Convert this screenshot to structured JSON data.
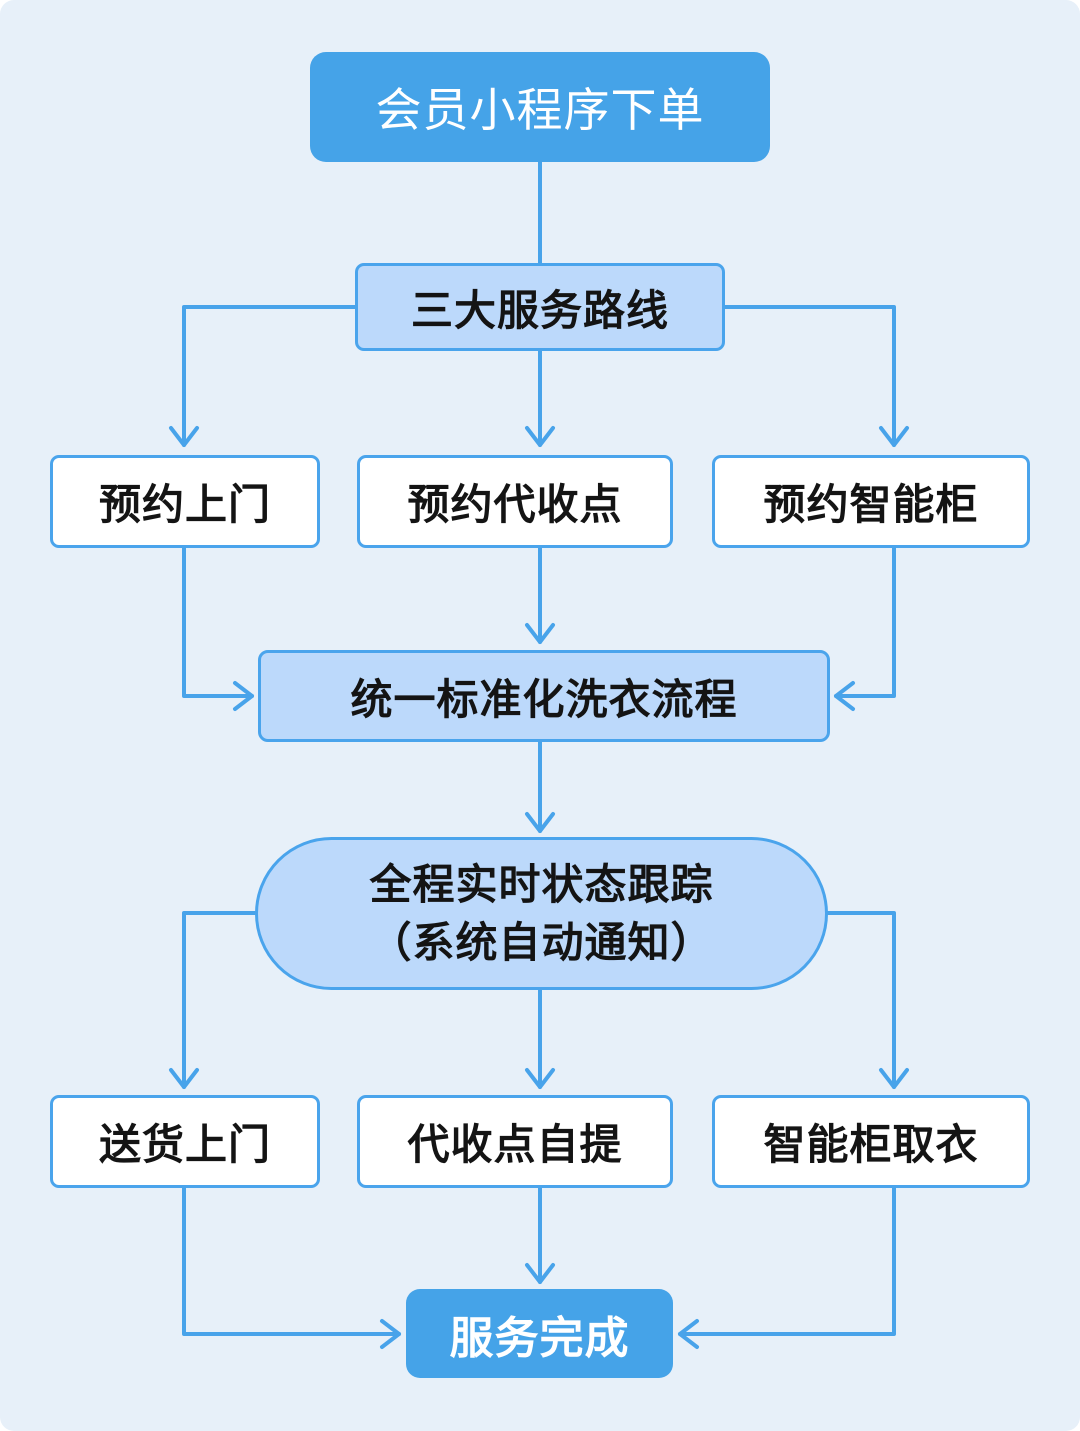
{
  "diagram": {
    "background_color": "#e7f0f9",
    "colors": {
      "primary_fill": "#45a3e8",
      "highlight_fill": "#bcd9fb",
      "border_line": "#4aa4ec",
      "text_dark": "#141414",
      "text_light": "#ffffff"
    },
    "nodes": {
      "start": {
        "label": "会员小程序下单",
        "style": "filled"
      },
      "routes": {
        "label": "三大服务路线",
        "style": "highlight"
      },
      "reserve_home": {
        "label": "预约上门",
        "style": "plain"
      },
      "reserve_dropoff": {
        "label": "预约代收点",
        "style": "plain"
      },
      "reserve_locker": {
        "label": "预约智能柜",
        "style": "plain"
      },
      "wash": {
        "label": "统一标准化洗衣流程",
        "style": "highlight"
      },
      "track": {
        "label_line1": "全程实时状态跟踪",
        "label_line2": "（系统自动通知）",
        "style": "highlight-pill"
      },
      "deliver_home": {
        "label": "送货上门",
        "style": "plain"
      },
      "pickup_point": {
        "label": "代收点自提",
        "style": "plain"
      },
      "locker_pickup": {
        "label": "智能柜取衣",
        "style": "plain"
      },
      "done": {
        "label": "服务完成",
        "style": "filled"
      }
    },
    "edges": [
      {
        "from": "start",
        "to": "routes"
      },
      {
        "from": "routes",
        "to": "reserve_home"
      },
      {
        "from": "routes",
        "to": "reserve_dropoff"
      },
      {
        "from": "routes",
        "to": "reserve_locker"
      },
      {
        "from": "reserve_home",
        "to": "wash"
      },
      {
        "from": "reserve_dropoff",
        "to": "wash"
      },
      {
        "from": "reserve_locker",
        "to": "wash"
      },
      {
        "from": "wash",
        "to": "track"
      },
      {
        "from": "track",
        "to": "deliver_home"
      },
      {
        "from": "track",
        "to": "pickup_point"
      },
      {
        "from": "track",
        "to": "locker_pickup"
      },
      {
        "from": "deliver_home",
        "to": "done"
      },
      {
        "from": "pickup_point",
        "to": "done"
      },
      {
        "from": "locker_pickup",
        "to": "done"
      }
    ]
  }
}
